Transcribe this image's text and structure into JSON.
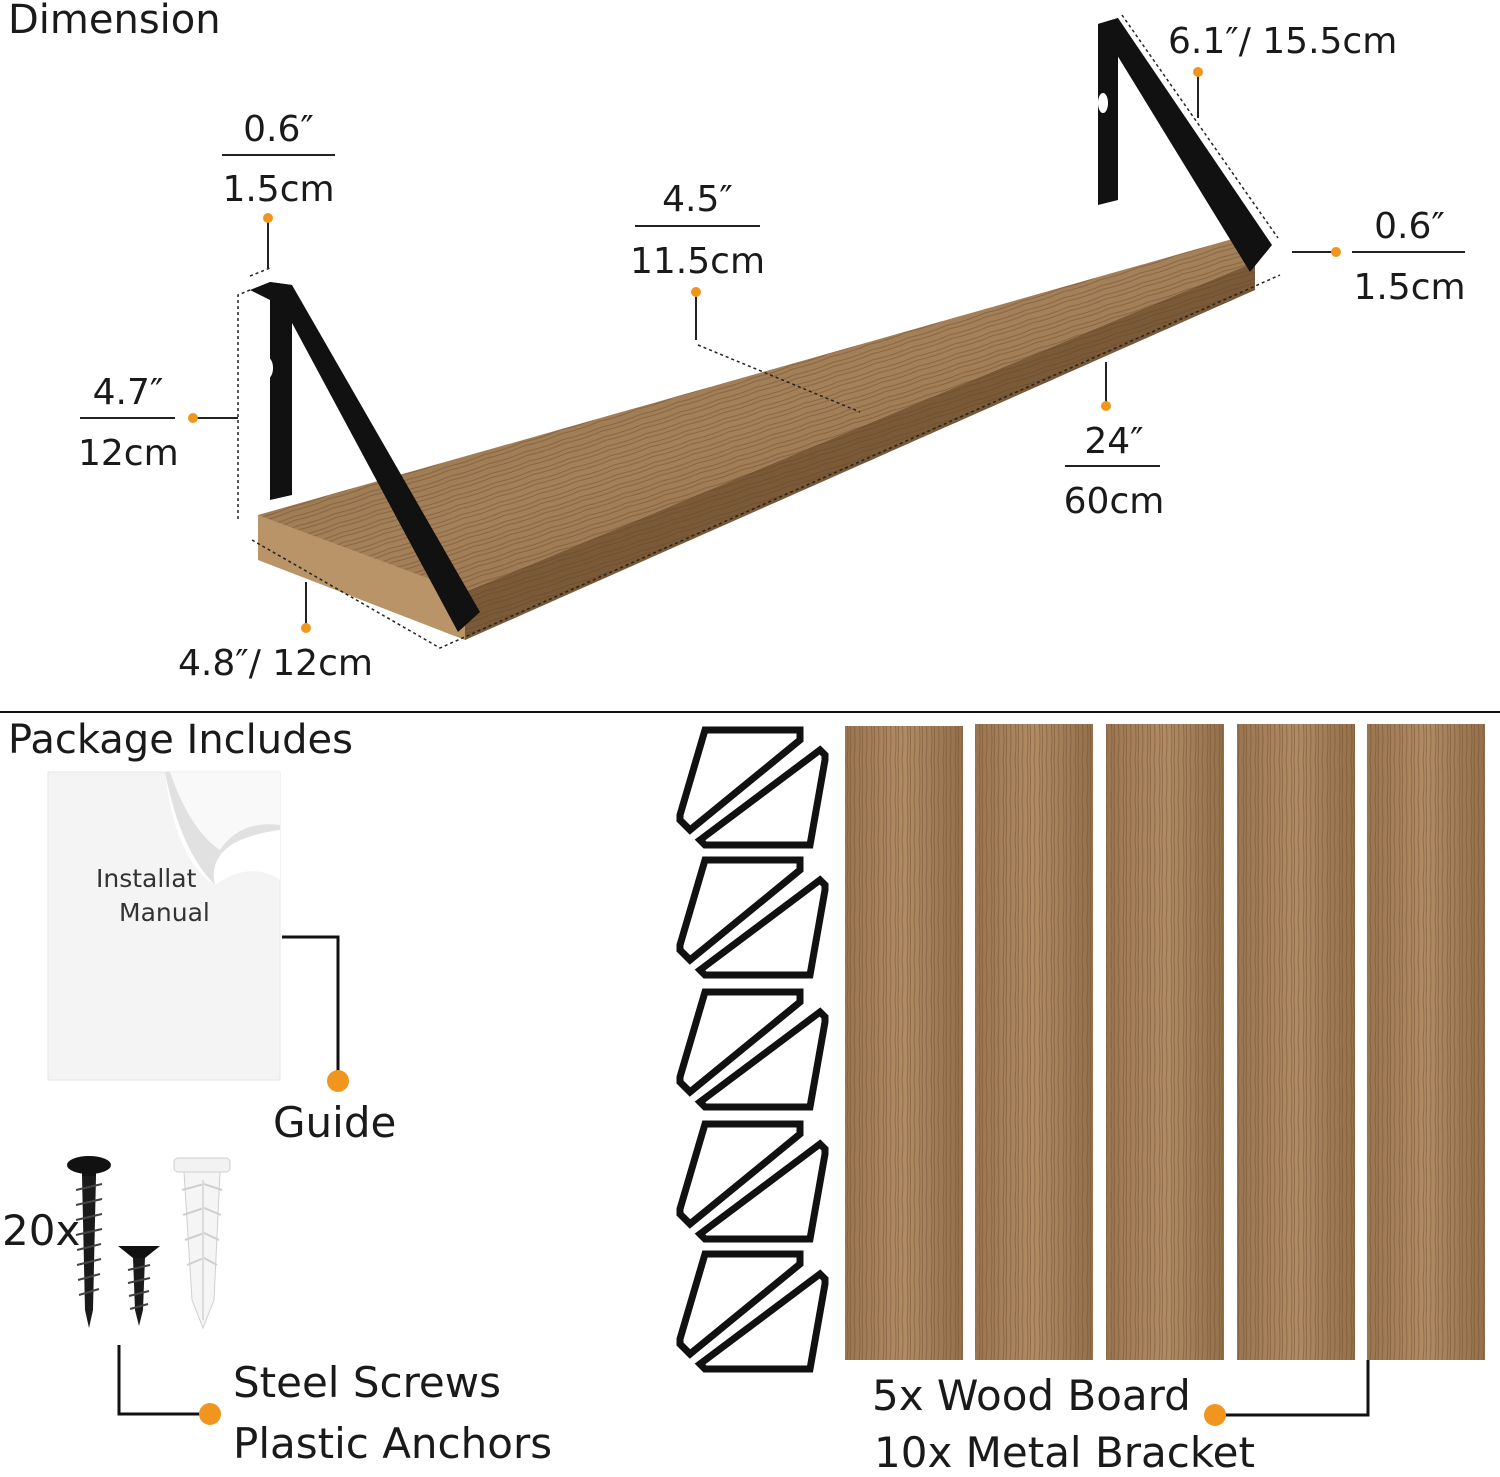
{
  "sections": {
    "dimension_title": "Dimension",
    "package_title": "Package Includes"
  },
  "dimensions": {
    "bracket_thickness_left": {
      "inch": "0.6″",
      "cm": "1.5cm"
    },
    "shelf_depth_mid": {
      "inch": "4.5″",
      "cm": "11.5cm"
    },
    "bracket_length": "6.1″/ 15.5cm",
    "bracket_thickness_right": {
      "inch": "0.6″",
      "cm": "1.5cm"
    },
    "bracket_height": {
      "inch": "4.7″",
      "cm": "12cm"
    },
    "shelf_length": {
      "inch": "24″",
      "cm": "60cm"
    },
    "shelf_width": "4.8″/ 12cm"
  },
  "package": {
    "manual_line1": "Installat",
    "manual_line2": "Manual",
    "guide_label": "Guide",
    "screws_count": "20x",
    "screws_label": "Steel Screws",
    "anchors_label": "Plastic Anchors",
    "boards_label": "5x Wood Board",
    "brackets_label": "10x Metal Bracket"
  },
  "colors": {
    "accent_dot": "#f0961e",
    "wood": "#a07850",
    "bracket": "#111111"
  }
}
